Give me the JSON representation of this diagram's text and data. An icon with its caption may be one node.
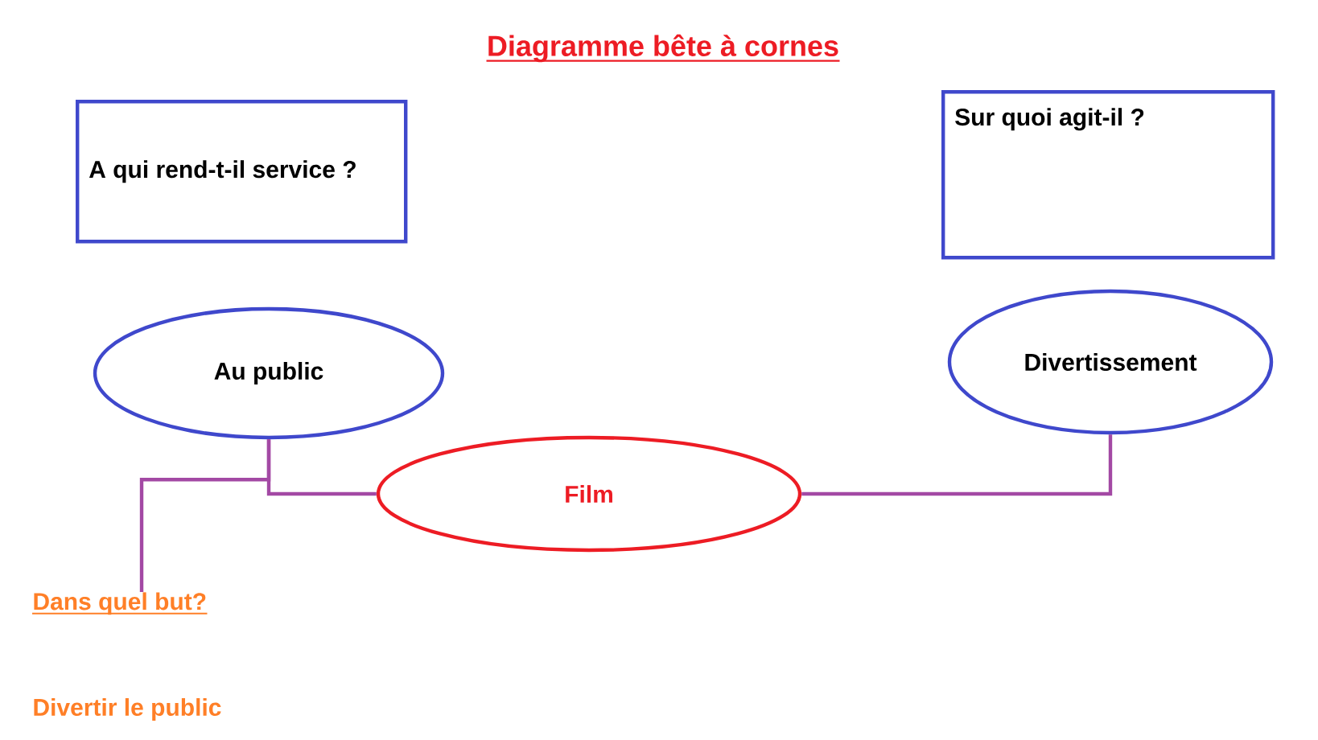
{
  "diagram": {
    "title": "Diagramme bête à cornes",
    "nodes": [
      {
        "text": [
          "A qui rend-t-il service ?"
        ]
      },
      {
        "text": [
          "Sur quoi agit-il ?"
        ]
      },
      {
        "text": [
          "Au public"
        ]
      },
      {
        "text": [
          "Divertissement"
        ]
      },
      {
        "text": [
          "Film"
        ]
      },
      {
        "text": [
          "Dans quel but?"
        ]
      }
    ],
    "edges": [
      {
        "from": 2,
        "to": 4,
        "arrow": "none"
      },
      {
        "from": 4,
        "to": 3,
        "arrow": "none"
      },
      {
        "from": 2,
        "to": 5,
        "arrow": "none"
      }
    ],
    "labels": [
      "Divertir le public"
    ]
  }
}
